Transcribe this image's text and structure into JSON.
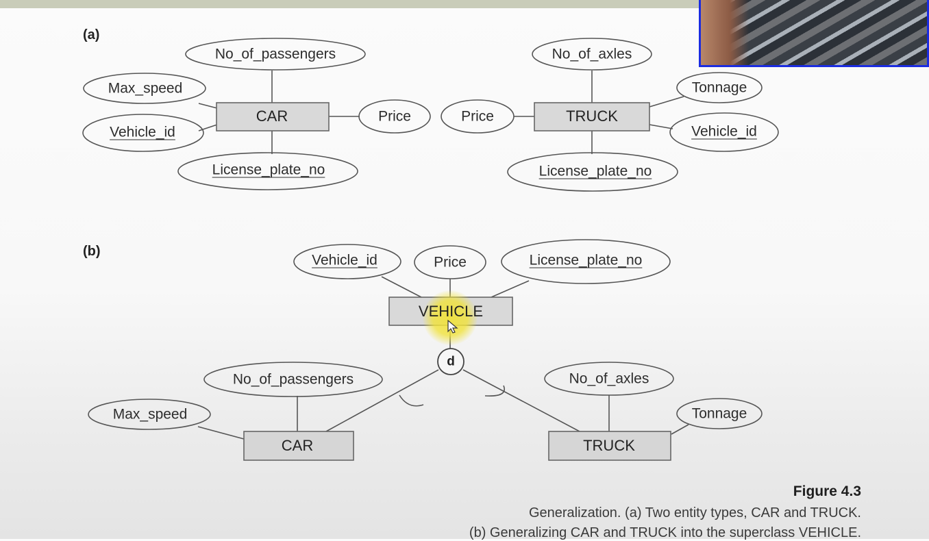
{
  "figure": {
    "part_a_label": "(a)",
    "part_b_label": "(b)",
    "caption_title": "Figure 4.3",
    "caption_line_1": "Generalization. (a) Two entity types, CAR and TRUCK.",
    "caption_line_2": "(b) Generalizing CAR and TRUCK into the superclass VEHICLE."
  },
  "part_a": {
    "car": {
      "entity": "CAR",
      "passengers": "No_of_passengers",
      "max_speed": "Max_speed",
      "vehicle_id": "Vehicle_id",
      "price": "Price",
      "license": "License_plate_no"
    },
    "truck": {
      "entity": "TRUCK",
      "axles": "No_of_axles",
      "tonnage": "Tonnage",
      "vehicle_id": "Vehicle_id",
      "price": "Price",
      "license": "License_plate_no"
    }
  },
  "part_b": {
    "vehicle": {
      "entity": "VEHICLE",
      "vehicle_id": "Vehicle_id",
      "price": "Price",
      "license": "License_plate_no"
    },
    "disjoint": "d",
    "car": {
      "entity": "CAR",
      "passengers": "No_of_passengers",
      "max_speed": "Max_speed"
    },
    "truck": {
      "entity": "TRUCK",
      "axles": "No_of_axles",
      "tonnage": "Tonnage"
    }
  },
  "colors": {
    "entity_fill": "#d9d9d9",
    "webcam_border": "#1b2ce0",
    "highlight": "#f0e23c"
  }
}
